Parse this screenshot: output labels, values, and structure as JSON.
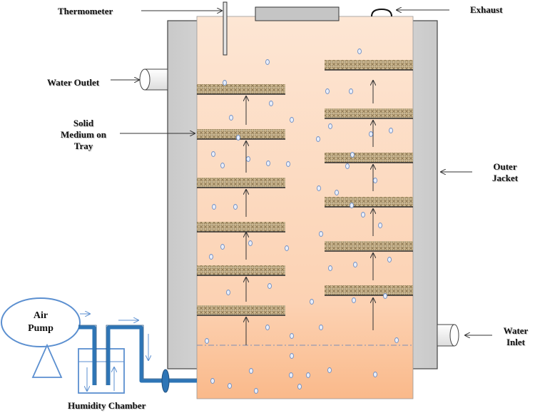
{
  "labels": {
    "thermometer": "Thermometer",
    "exhaust": "Exhaust",
    "water_outlet": "Water Outlet",
    "solid_medium_line1": "Solid",
    "solid_medium_line2": "Medium on",
    "solid_medium_line3": "Tray",
    "outer_jacket_line1": "Outer",
    "outer_jacket_line2": "Jacket",
    "water_inlet_line1": "Water",
    "water_inlet_line2": "Inlet",
    "air_pump_line1": "Air",
    "air_pump_line2": "Pump",
    "humidity_chamber": "Humidity Chamber"
  },
  "colors": {
    "jacket": "#d9d9d9",
    "chamber_top": "#fde9d9",
    "chamber_bottom": "#fab98a",
    "tray": "#c8b48a",
    "pipe": "#2e75b6",
    "bubble_stroke": "#6f8fc4",
    "arrow": "#333333"
  }
}
